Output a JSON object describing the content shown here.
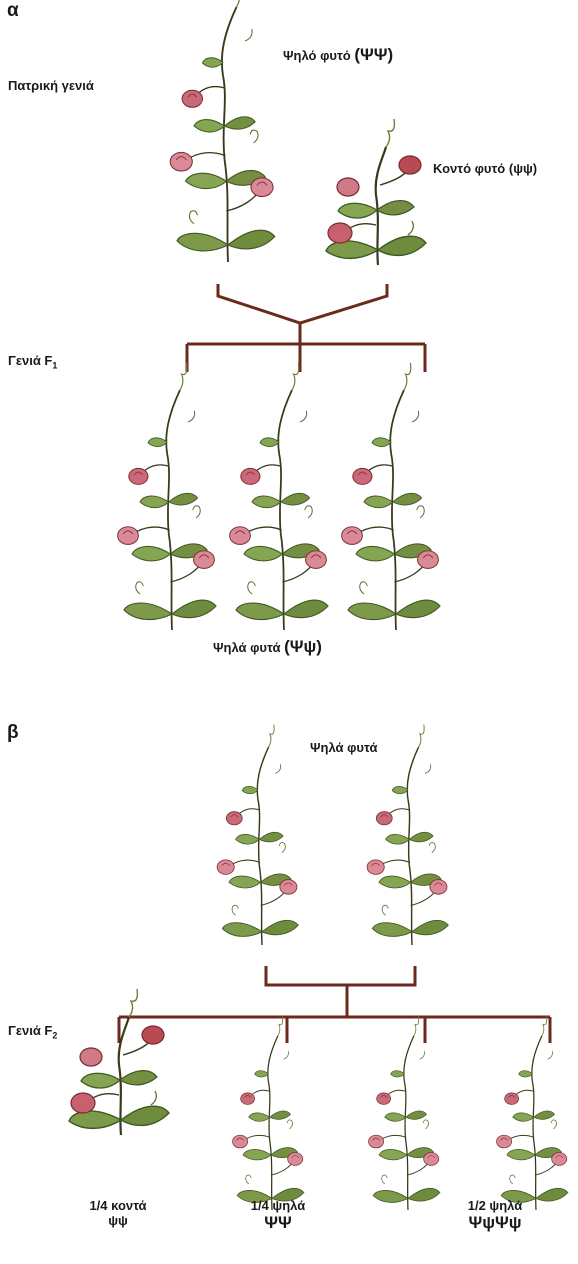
{
  "panel_a": {
    "letter": "α",
    "parental_label": "Πατρική γενιά",
    "tall_parent_text": "Ψηλό φυτό",
    "tall_parent_genotype": "(ΨΨ)",
    "short_parent_text": "Κοντό φυτό",
    "short_parent_genotype": "(ψψ)",
    "f1_label_text": "Γενιά F",
    "f1_label_sub": "1",
    "f1_result_text": "Ψηλά φυτά",
    "f1_result_genotype": "(Ψψ)"
  },
  "panel_b": {
    "letter": "β",
    "parents_label": "Ψηλά φυτά",
    "f2_label_text": "Γενιά F",
    "f2_label_sub": "2",
    "outcomes": [
      {
        "fraction": "1/4 κοντά",
        "genotype": "ψψ"
      },
      {
        "fraction": "1/4 ψηλά",
        "genotype": "ΨΨ"
      },
      {
        "fraction": "1/2 ψηλά",
        "genotype": "ΨψΨψ"
      }
    ]
  },
  "colors": {
    "line": "#6b2a1c",
    "stem": "#3a3a1a",
    "leaf": "#7d9a4a",
    "leaf_dark": "#3f5a25",
    "flower_pink": "#d98a96",
    "flower_red": "#b83a3a"
  }
}
